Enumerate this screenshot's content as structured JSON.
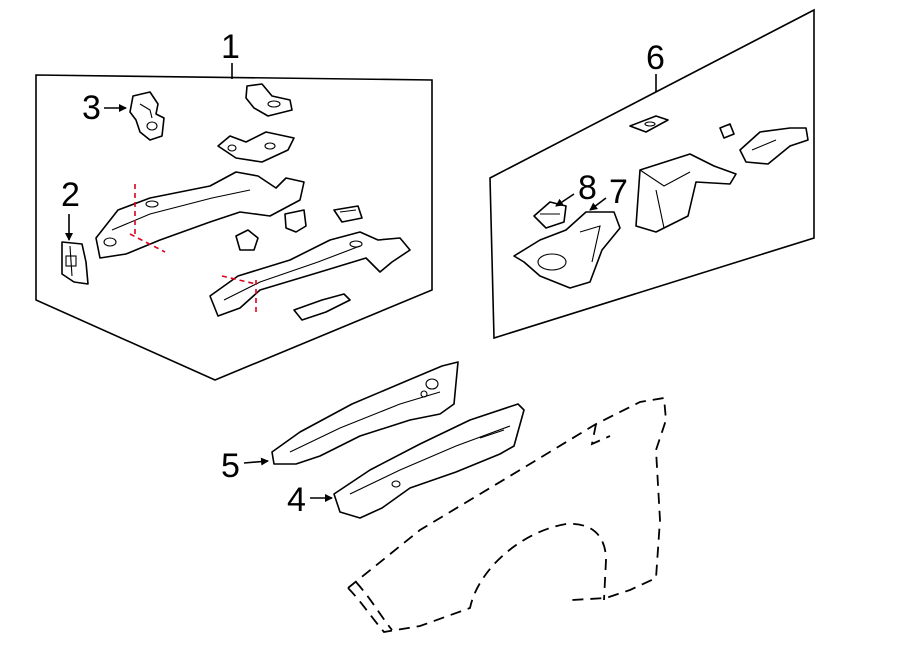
{
  "callouts": {
    "c1": "1",
    "c2": "2",
    "c3": "3",
    "c4": "4",
    "c5": "5",
    "c6": "6",
    "c7": "7",
    "c8": "8"
  },
  "colors": {
    "line": "#000000",
    "cut_line": "#e0001b",
    "background": "#ffffff"
  }
}
